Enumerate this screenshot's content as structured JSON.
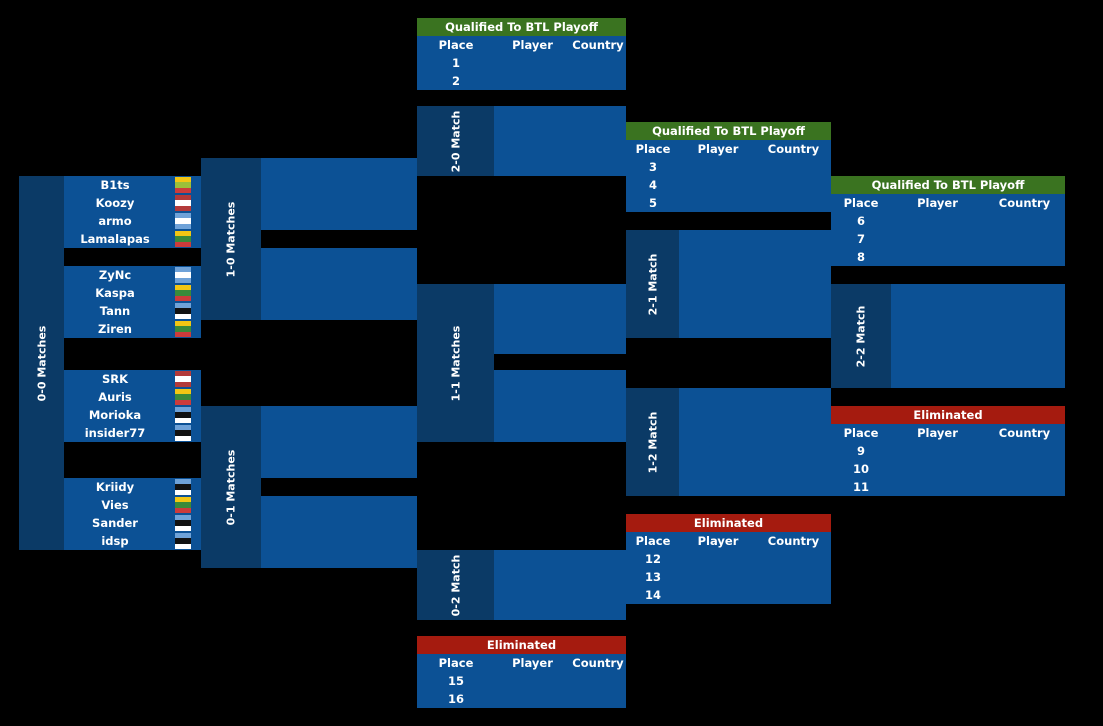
{
  "stages": {
    "s00": "0-0 Matches",
    "s10": "1-0 Matches",
    "s01": "0-1 Matches",
    "s20": "2-0 Match",
    "s11": "1-1 Matches",
    "s02": "0-2 Match",
    "s21": "2-1 Match",
    "s12": "1-2 Match",
    "s22": "2-2 Match"
  },
  "groups": [
    [
      {
        "name": "B1ts",
        "flag": [
          "#f2c614",
          "#9bbf3a",
          "#cc3b3b"
        ]
      },
      {
        "name": "Koozy",
        "flag": [
          "#b33a3a",
          "#ffffff",
          "#b33a3a"
        ]
      },
      {
        "name": "armo",
        "flag": [
          "#6fa2d8",
          "#ffffff",
          "#6fa2d8"
        ]
      },
      {
        "name": "Lamalapas",
        "flag": [
          "#f2c614",
          "#3a8a3a",
          "#cc3b3b"
        ]
      }
    ],
    [
      {
        "name": "ZyNc",
        "flag": [
          "#6fa2d8",
          "#ffffff",
          "#6fa2d8"
        ]
      },
      {
        "name": "Kaspa",
        "flag": [
          "#f2c614",
          "#3a8a3a",
          "#cc3b3b"
        ]
      },
      {
        "name": "Tann",
        "flag": [
          "#6fa2d8",
          "#111111",
          "#ffffff"
        ]
      },
      {
        "name": "Ziren",
        "flag": [
          "#f2c614",
          "#3a8a3a",
          "#cc3b3b"
        ]
      }
    ],
    [
      {
        "name": "SRK",
        "flag": [
          "#b33a3a",
          "#ffffff",
          "#b33a3a"
        ]
      },
      {
        "name": "Auris",
        "flag": [
          "#f2c614",
          "#3a8a3a",
          "#cc3b3b"
        ]
      },
      {
        "name": "Morioka",
        "flag": [
          "#6fa2d8",
          "#111111",
          "#ffffff"
        ]
      },
      {
        "name": "insider77",
        "flag": [
          "#6fa2d8",
          "#111111",
          "#ffffff"
        ]
      }
    ],
    [
      {
        "name": "Kriidy",
        "flag": [
          "#6fa2d8",
          "#111111",
          "#ffffff"
        ]
      },
      {
        "name": "Vies",
        "flag": [
          "#f2c614",
          "#3a8a3a",
          "#cc3b3b"
        ]
      },
      {
        "name": "Sander",
        "flag": [
          "#6fa2d8",
          "#111111",
          "#ffffff"
        ]
      },
      {
        "name": "idsp",
        "flag": [
          "#6fa2d8",
          "#111111",
          "#ffffff"
        ]
      }
    ]
  ],
  "columns": {
    "place": "Place",
    "player": "Player",
    "country": "Country"
  },
  "results": {
    "q1": {
      "title": "Qualified To BTL Playoff",
      "places": [
        "1",
        "2"
      ]
    },
    "q2": {
      "title": "Qualified To BTL Playoff",
      "places": [
        "3",
        "4",
        "5"
      ]
    },
    "q3": {
      "title": "Qualified To BTL Playoff",
      "places": [
        "6",
        "7",
        "8"
      ]
    },
    "e1": {
      "title": "Eliminated",
      "places": [
        "9",
        "10",
        "11"
      ]
    },
    "e2": {
      "title": "Eliminated",
      "places": [
        "12",
        "13",
        "14"
      ]
    },
    "e3": {
      "title": "Eliminated",
      "places": [
        "15",
        "16"
      ]
    }
  },
  "colors": {
    "stage": "#0b3a66",
    "slot": "#0c5195",
    "qualified": "#3a7320",
    "eliminated": "#a51b0f"
  }
}
